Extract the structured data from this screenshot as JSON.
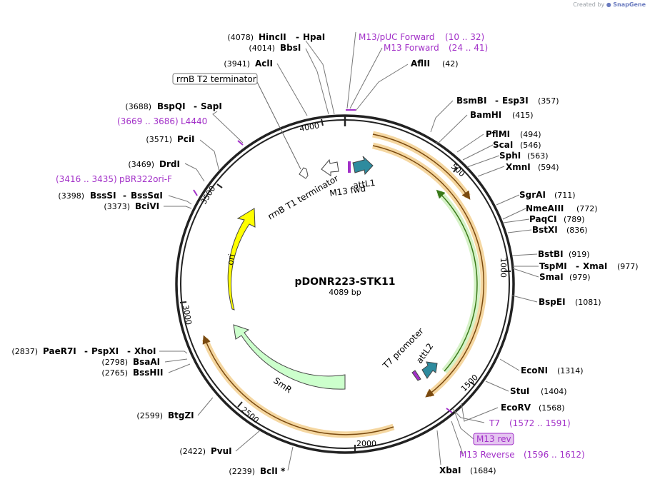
{
  "credit": {
    "prefix": "Created by",
    "brand": "SnapGene"
  },
  "plasmid": {
    "name": "pDONR223-STK11",
    "length": "4089 bp"
  },
  "colors": {
    "backbone": "#222222",
    "feature_gold": "#f5d7a1",
    "feature_gold_core": "#7a4a10",
    "feature_green": "#d6f2c8",
    "feature_green_core": "#3a7a1a",
    "att": "#2e8b9e",
    "ori": "#ffff00",
    "smr": "#ccffcc",
    "primer": "#a230c8"
  },
  "ticks": [
    {
      "label": "500"
    },
    {
      "label": "1000"
    },
    {
      "label": "1500"
    },
    {
      "label": "2000"
    },
    {
      "label": "2500"
    },
    {
      "label": "3000"
    },
    {
      "label": "3500"
    },
    {
      "label": "4000"
    }
  ],
  "features": {
    "rrnb_t2": "rrnB T2 terminator",
    "rrnb_t1": "rrnB T1 terminator",
    "attl1": "attL1",
    "m13fwd": "M13 fwd",
    "attl2": "attL2",
    "t7promoter": "T7 promoter",
    "ori": "ori",
    "smr": "SmR"
  },
  "sites": [
    {
      "pos": "(4078)",
      "name": "HincII",
      "name2": "HpaI"
    },
    {
      "pos": "(4014)",
      "name": "BbsI"
    },
    {
      "pos": "(3941)",
      "name": "AclI"
    },
    {
      "pos": "(3688)",
      "name": "BspQI",
      "name2": "SapI"
    },
    {
      "pos": "(3571)",
      "name": "PciI"
    },
    {
      "pos": "(3469)",
      "name": "DrdI"
    },
    {
      "pos": "(3398)",
      "name": "BssSI",
      "name2": "BssSαI"
    },
    {
      "pos": "(3373)",
      "name": "BciVI"
    },
    {
      "pos": "(2837)",
      "name": "PaeR7I",
      "name2": "PspXI",
      "name3": "XhoI"
    },
    {
      "pos": "(2798)",
      "name": "BsaAI"
    },
    {
      "pos": "(2765)",
      "name": "BssHII"
    },
    {
      "pos": "(2599)",
      "name": "BtgZI"
    },
    {
      "pos": "(2422)",
      "name": "PvuI"
    },
    {
      "pos": "(2239)",
      "name": "BclI *"
    },
    {
      "pos": "(42)",
      "name": "AflII"
    },
    {
      "pos": "(357)",
      "name": "BsmBI",
      "name2": "Esp3I"
    },
    {
      "pos": "(415)",
      "name": "BamHI"
    },
    {
      "pos": "(494)",
      "name": "PflMI"
    },
    {
      "pos": "(546)",
      "name": "ScaI"
    },
    {
      "pos": "(563)",
      "name": "SphI"
    },
    {
      "pos": "(594)",
      "name": "XmnI"
    },
    {
      "pos": "(711)",
      "name": "SgrAI"
    },
    {
      "pos": "(772)",
      "name": "NmeAIII"
    },
    {
      "pos": "(789)",
      "name": "PaqCI"
    },
    {
      "pos": "(836)",
      "name": "BstXI"
    },
    {
      "pos": "(919)",
      "name": "BstBI"
    },
    {
      "pos": "(977)",
      "name": "TspMI",
      "name2": "XmaI"
    },
    {
      "pos": "(979)",
      "name": "SmaI"
    },
    {
      "pos": "(1081)",
      "name": "BspEI"
    },
    {
      "pos": "(1314)",
      "name": "EcoNI"
    },
    {
      "pos": "(1404)",
      "name": "StuI"
    },
    {
      "pos": "(1568)",
      "name": "EcoRV"
    },
    {
      "pos": "(1684)",
      "name": "XbaI"
    }
  ],
  "primers": [
    {
      "name": "M13/pUC Forward",
      "range": "(10 .. 32)"
    },
    {
      "name": "M13 Forward",
      "range": "(24 .. 41)"
    },
    {
      "name": "L4440",
      "range": "(3669 .. 3686)"
    },
    {
      "name": "pBR322ori-F",
      "range": "(3416 .. 3435)"
    },
    {
      "name": "T7",
      "range": "(1572 .. 1591)"
    },
    {
      "name": "M13 rev"
    },
    {
      "name": "M13 Reverse",
      "range": "(1596 .. 1612)"
    }
  ]
}
